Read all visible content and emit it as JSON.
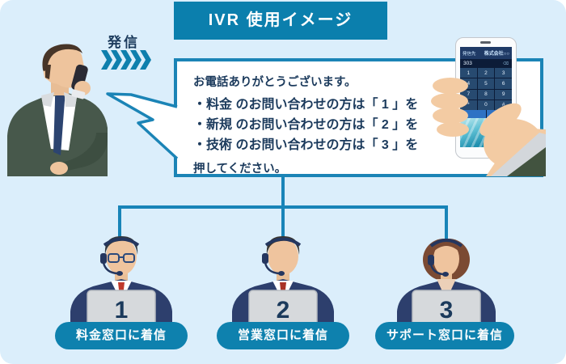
{
  "title": "IVR 使用イメージ",
  "caller": {
    "label": "発信"
  },
  "speech_box": {
    "greeting": "お電話ありがとうございます。",
    "options": [
      "・料金 のお問い合わせの方は「 1 」を",
      "・新規 のお問い合わせの方は「 2 」を",
      "・技術 のお問い合わせの方は「 3 」を"
    ],
    "closing": "押してください。"
  },
  "phone": {
    "header_label": "発信先",
    "header_value": "株式会社○○",
    "dialed_number": "303",
    "keys": [
      "1",
      "2",
      "3",
      "4",
      "5",
      "6",
      "7",
      "8",
      "9",
      "*",
      "0",
      "#"
    ]
  },
  "agents": [
    {
      "number": "1",
      "label": "料金窓口に着信"
    },
    {
      "number": "2",
      "label": "営業窓口に着信"
    },
    {
      "number": "3",
      "label": "サポート窓口に着信"
    }
  ],
  "colors": {
    "background": "#dbeefb",
    "accent_teal": "#0b7fad",
    "line_blue": "#1884b8",
    "text_navy": "#1b3a5c",
    "pill_blue": "#0e81ae"
  }
}
